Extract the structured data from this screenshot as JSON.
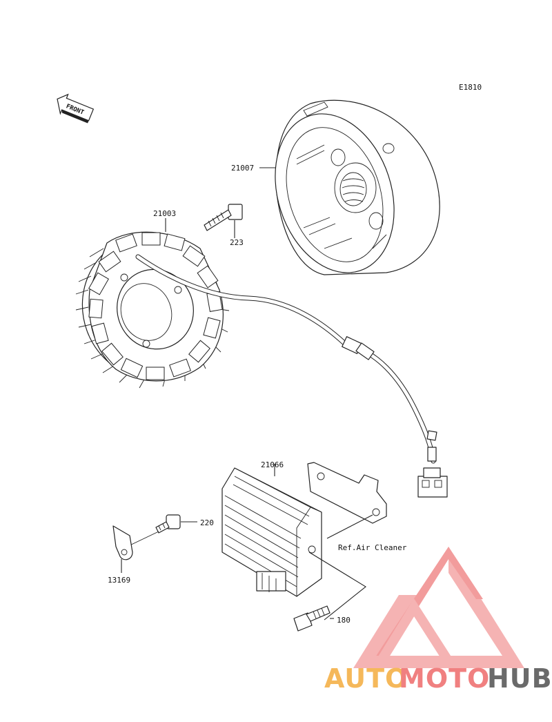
{
  "diagram_code": "E1810",
  "front_label": "FRONT",
  "callouts": {
    "flywheel": "21007",
    "stator": "21003",
    "stator_bolt": "223",
    "regulator": "21066",
    "regulator_screw": "220",
    "bracket": "13169",
    "regulator_bolt": "180"
  },
  "reference_note": "Ref.Air Cleaner",
  "watermark": {
    "part1": "AUTO",
    "part2": "MOTO",
    "part3": "HUB",
    "color1": "#f5b85a",
    "color2": "#f08080",
    "color3": "#6a6a6a",
    "logo_color": "#f4a6a6"
  }
}
